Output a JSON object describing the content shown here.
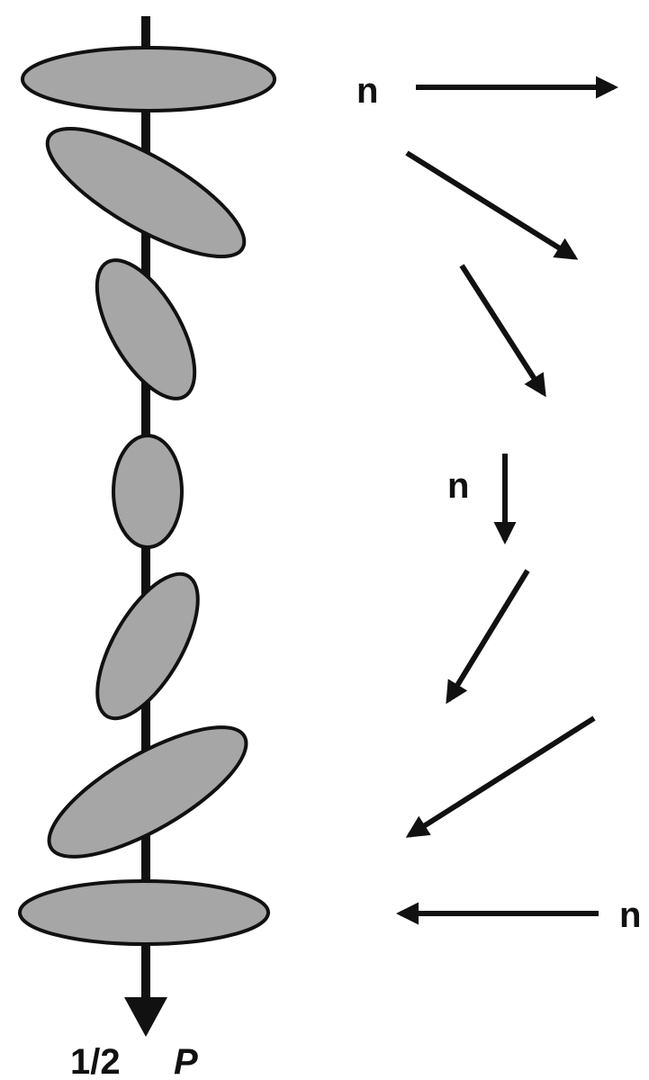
{
  "director_label": "n",
  "caption": {
    "fraction": "1/2",
    "pitch_symbol": "P"
  },
  "colors": {
    "molecule_fill": "#a6a6a6",
    "stroke": "#111111",
    "background": "#ffffff"
  },
  "molecules": [
    {
      "name": "molecule-1",
      "tilt_deg": 0
    },
    {
      "name": "molecule-2",
      "tilt_deg": 30
    },
    {
      "name": "molecule-3",
      "tilt_deg": 60
    },
    {
      "name": "molecule-4",
      "tilt_deg": 90
    },
    {
      "name": "molecule-5",
      "tilt_deg": 120
    },
    {
      "name": "molecule-6",
      "tilt_deg": 150
    },
    {
      "name": "molecule-7",
      "tilt_deg": 180
    }
  ],
  "director_arrows": [
    {
      "name": "director-arrow-1",
      "angle_deg": 0
    },
    {
      "name": "director-arrow-2",
      "angle_deg": 30
    },
    {
      "name": "director-arrow-3",
      "angle_deg": 60
    },
    {
      "name": "director-arrow-4",
      "angle_deg": 90
    },
    {
      "name": "director-arrow-5",
      "angle_deg": 120
    },
    {
      "name": "director-arrow-6",
      "angle_deg": 150
    },
    {
      "name": "director-arrow-7",
      "angle_deg": 180
    }
  ]
}
